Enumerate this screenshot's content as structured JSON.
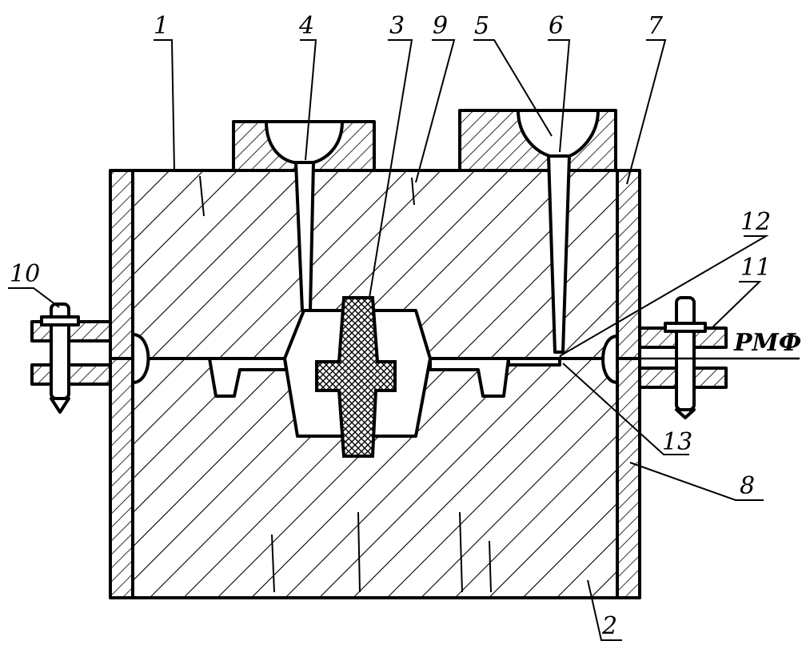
{
  "colors": {
    "ink": "#000000",
    "paper": "#ffffff"
  },
  "labels": {
    "l1": "1",
    "l2": "2",
    "l3": "3",
    "l4": "4",
    "l5": "5",
    "l6": "6",
    "l7": "7",
    "l8": "8",
    "l9": "9",
    "l10": "10",
    "l11": "11",
    "l12": "12",
    "l13": "13",
    "parting_plane": "РМФ"
  }
}
